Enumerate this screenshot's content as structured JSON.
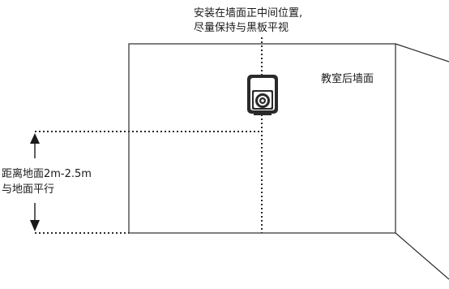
{
  "top_note": {
    "line1": "安装在墙面正中间位置,",
    "line2": "尽量保持与黑板平视"
  },
  "wall_label": "教室后墙面",
  "height_note": {
    "line1": "距离地面2m-2.5m",
    "line2": "与地面平行"
  },
  "icons": {
    "device": "camera-icon",
    "up_arrow": "arrow-up-icon",
    "down_arrow": "arrow-down-icon"
  },
  "colors": {
    "line": "#2b2b2b",
    "camera_body": "#2a2a2a",
    "text": "#1a1a1a"
  }
}
